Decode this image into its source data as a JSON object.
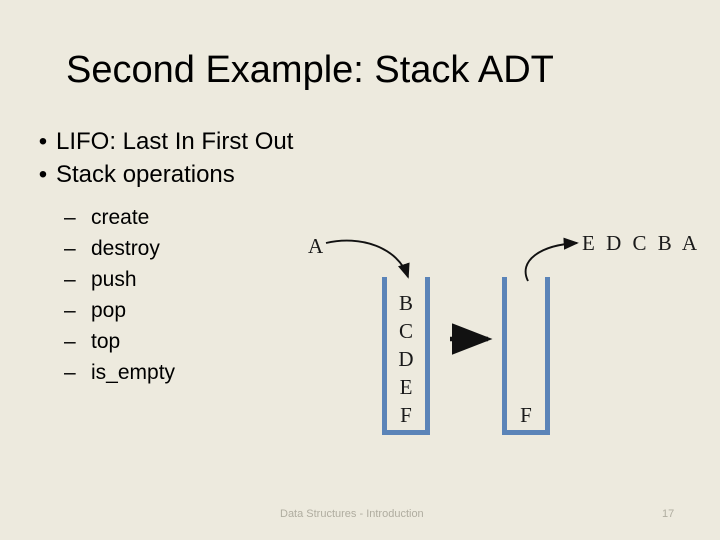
{
  "slide": {
    "title": "Second Example: Stack ADT",
    "background_color": "#edeade",
    "accent_color": "#5b84b8"
  },
  "bullets": [
    {
      "marker": "•",
      "label": "LIFO: Last In First Out"
    },
    {
      "marker": "•",
      "label": "Stack operations"
    }
  ],
  "sub_bullets": [
    {
      "marker": "–",
      "label": "create"
    },
    {
      "marker": "–",
      "label": "destroy"
    },
    {
      "marker": "–",
      "label": "push"
    },
    {
      "marker": "–",
      "label": "pop"
    },
    {
      "marker": "–",
      "label": "top"
    },
    {
      "marker": "–",
      "label": "is_empty"
    }
  ],
  "diagram": {
    "input_label": "A",
    "output_label": "E D C B A",
    "left_stack": {
      "items": [
        "B",
        "C",
        "D",
        "E",
        "F"
      ]
    },
    "right_stack": {
      "items": [
        "F"
      ]
    }
  },
  "footer": {
    "text": "Data Structures - Introduction",
    "page_number": "17"
  }
}
